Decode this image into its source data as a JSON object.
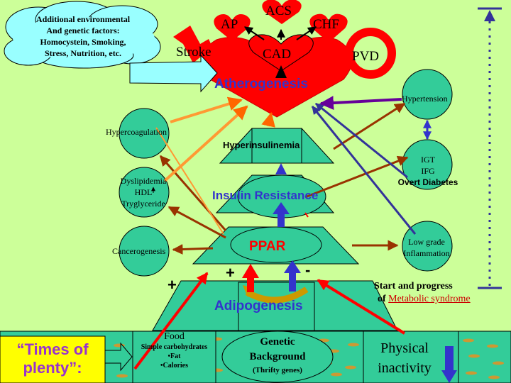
{
  "cloud_text": {
    "line1": "Additional environmental",
    "line2": "And genetic factors:",
    "line3": "Homocystein, Smoking,",
    "line4": "Stress, Nutrition, etc."
  },
  "hearts": {
    "ap": "AP",
    "acs": "ACS",
    "chf": "CHF",
    "cad": "CAD"
  },
  "stroke_label": "Stroke",
  "pvd_label": "PVD",
  "atherogenesis_label": "Atherogenesis",
  "hypertension_label": "Hypertension",
  "hypercoagulation_label": "Hypercoagulation",
  "hyperinsulinemia_label": "Hyperinsulinemia",
  "dyslipidemia": {
    "line1": "Dyslipidemia",
    "line2": "HDL",
    "line3": "Tryglyceride"
  },
  "igt_box": {
    "line1": "IGT",
    "line2": "IFG",
    "line3": "Overt Diabetes"
  },
  "insulin_resistance_label": "Insulin Resistance",
  "cancerogenesis_label": "Cancerogenesis",
  "ppar_label": "PPAR",
  "low_grade": {
    "line1": "Low grade",
    "line2": "Inflammation"
  },
  "signs": {
    "plus_left": "+",
    "plus_mid": "+",
    "minus": "-"
  },
  "start_progress": {
    "line1": "Start and progress",
    "prefix": "of ",
    "link": "Metabolic syndrome"
  },
  "adipogenesis_label": "Adipogenesis",
  "times_of_plenty": {
    "line1": "“Times of",
    "line2": "plenty”:"
  },
  "food": {
    "title": "Food",
    "item1": "Simple carbohydrates",
    "item2": "•Fat",
    "item3": "•Calories"
  },
  "genetic": {
    "line1": "Genetic",
    "line2": "Background",
    "line3": "(Thrifty genes)"
  },
  "physical": {
    "line1": "Physical",
    "line2": "inactivity"
  },
  "colors": {
    "background": "#ccff99",
    "teal": "#33cc99",
    "heart_red": "#ff0000",
    "blue_text": "#3333cc",
    "navy": "#333399",
    "brown_arrow": "#993300",
    "orange_arrow": "#ff9933",
    "yellow_box": "#ffff00",
    "cloud": "#99ffff"
  }
}
